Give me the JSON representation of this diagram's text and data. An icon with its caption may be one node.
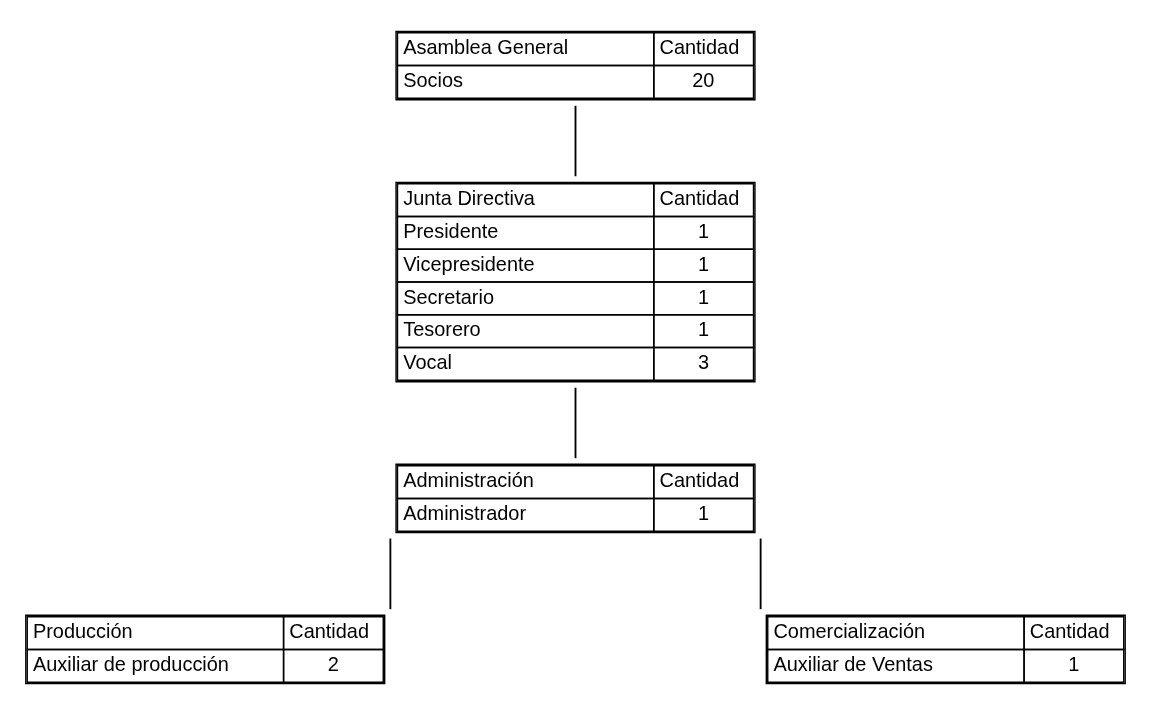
{
  "diagram": {
    "nodes": [
      {
        "text": [
          "Asamblea General",
          "Cantidad",
          "Socios",
          "20"
        ]
      },
      {
        "text": [
          "Junta Directiva",
          "Cantidad",
          "Presidente",
          "1",
          "Vicepresidente",
          "1",
          "Secretario",
          "1",
          "Tesorero",
          "1",
          "Vocal",
          "3"
        ]
      },
      {
        "text": [
          "Administración",
          "Cantidad",
          "Administrador",
          "1"
        ]
      },
      {
        "text": [
          "Producción",
          "Cantidad",
          "Auxiliar de producción",
          "2"
        ]
      },
      {
        "text": [
          "Comercialización",
          "Cantidad",
          "Auxiliar de Ventas",
          "1"
        ]
      }
    ],
    "edges": [
      {
        "from": 0,
        "to": 1,
        "arrow": "none"
      },
      {
        "from": 1,
        "to": 2,
        "arrow": "none"
      },
      {
        "from": 2,
        "to": 3,
        "arrow": "none"
      },
      {
        "from": 2,
        "to": 4,
        "arrow": "none"
      }
    ]
  }
}
